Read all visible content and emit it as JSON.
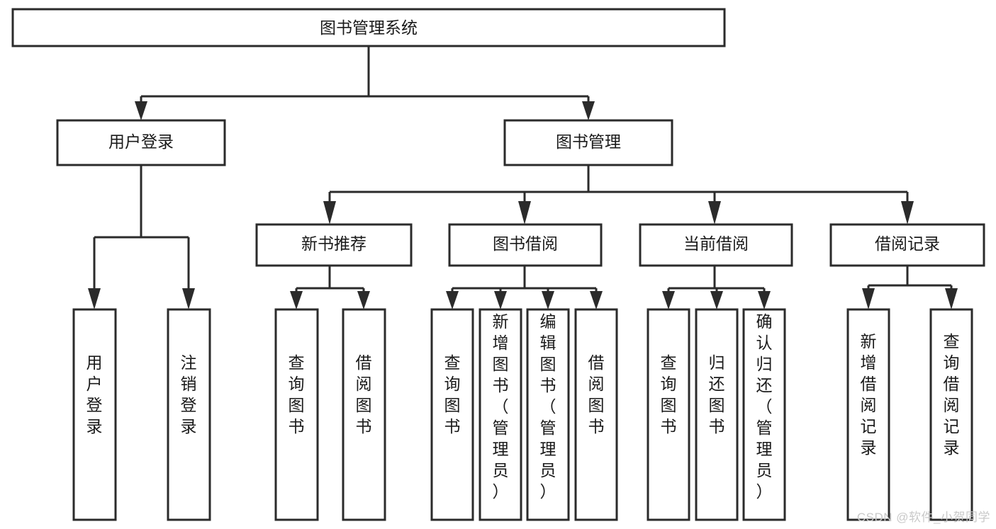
{
  "diagram": {
    "type": "tree-hierarchy",
    "title": "图书管理系统",
    "watermark": "CSDN @软件_小贺同学",
    "colors": {
      "stroke": "#2b2b2b",
      "fill": "#ffffff",
      "text": "#1a1a1a",
      "watermark": "#c9c9c9",
      "background": "#ffffff"
    },
    "levels": [
      {
        "level": 1,
        "nodes": [
          {
            "id": "root",
            "label": "图书管理系统",
            "orientation": "horizontal"
          }
        ]
      },
      {
        "level": 2,
        "nodes": [
          {
            "id": "login",
            "label": "用户登录",
            "orientation": "horizontal",
            "parent": "root"
          },
          {
            "id": "bookmgmt",
            "label": "图书管理",
            "orientation": "horizontal",
            "parent": "root"
          }
        ]
      },
      {
        "level": 3,
        "nodes": [
          {
            "id": "newbook",
            "label": "新书推荐",
            "orientation": "horizontal",
            "parent": "bookmgmt"
          },
          {
            "id": "borrow",
            "label": "图书借阅",
            "orientation": "horizontal",
            "parent": "bookmgmt"
          },
          {
            "id": "current",
            "label": "当前借阅",
            "orientation": "horizontal",
            "parent": "bookmgmt"
          },
          {
            "id": "record",
            "label": "借阅记录",
            "orientation": "horizontal",
            "parent": "bookmgmt"
          }
        ]
      },
      {
        "level": 4,
        "nodes": [
          {
            "id": "leaf-1",
            "label": "用户登录",
            "orientation": "vertical",
            "parent": "login"
          },
          {
            "id": "leaf-2",
            "label": "注销登录",
            "orientation": "vertical",
            "parent": "login"
          },
          {
            "id": "leaf-3",
            "label": "查询图书",
            "orientation": "vertical",
            "parent": "newbook"
          },
          {
            "id": "leaf-4",
            "label": "借阅图书",
            "orientation": "vertical",
            "parent": "newbook"
          },
          {
            "id": "leaf-5",
            "label": "查询图书",
            "orientation": "vertical",
            "parent": "borrow"
          },
          {
            "id": "leaf-6",
            "label": "新增图书（管理员）",
            "orientation": "vertical",
            "parent": "borrow"
          },
          {
            "id": "leaf-7",
            "label": "编辑图书（管理员）",
            "orientation": "vertical",
            "parent": "borrow"
          },
          {
            "id": "leaf-8",
            "label": "借阅图书",
            "orientation": "vertical",
            "parent": "borrow"
          },
          {
            "id": "leaf-9",
            "label": "查询图书",
            "orientation": "vertical",
            "parent": "current"
          },
          {
            "id": "leaf-10",
            "label": "归还图书",
            "orientation": "vertical",
            "parent": "current"
          },
          {
            "id": "leaf-11",
            "label": "确认归还（管理员）",
            "orientation": "vertical",
            "parent": "current"
          },
          {
            "id": "leaf-12",
            "label": "新增借阅记录",
            "orientation": "vertical",
            "parent": "record"
          },
          {
            "id": "leaf-13",
            "label": "查询借阅记录",
            "orientation": "vertical",
            "parent": "record"
          }
        ]
      }
    ]
  }
}
